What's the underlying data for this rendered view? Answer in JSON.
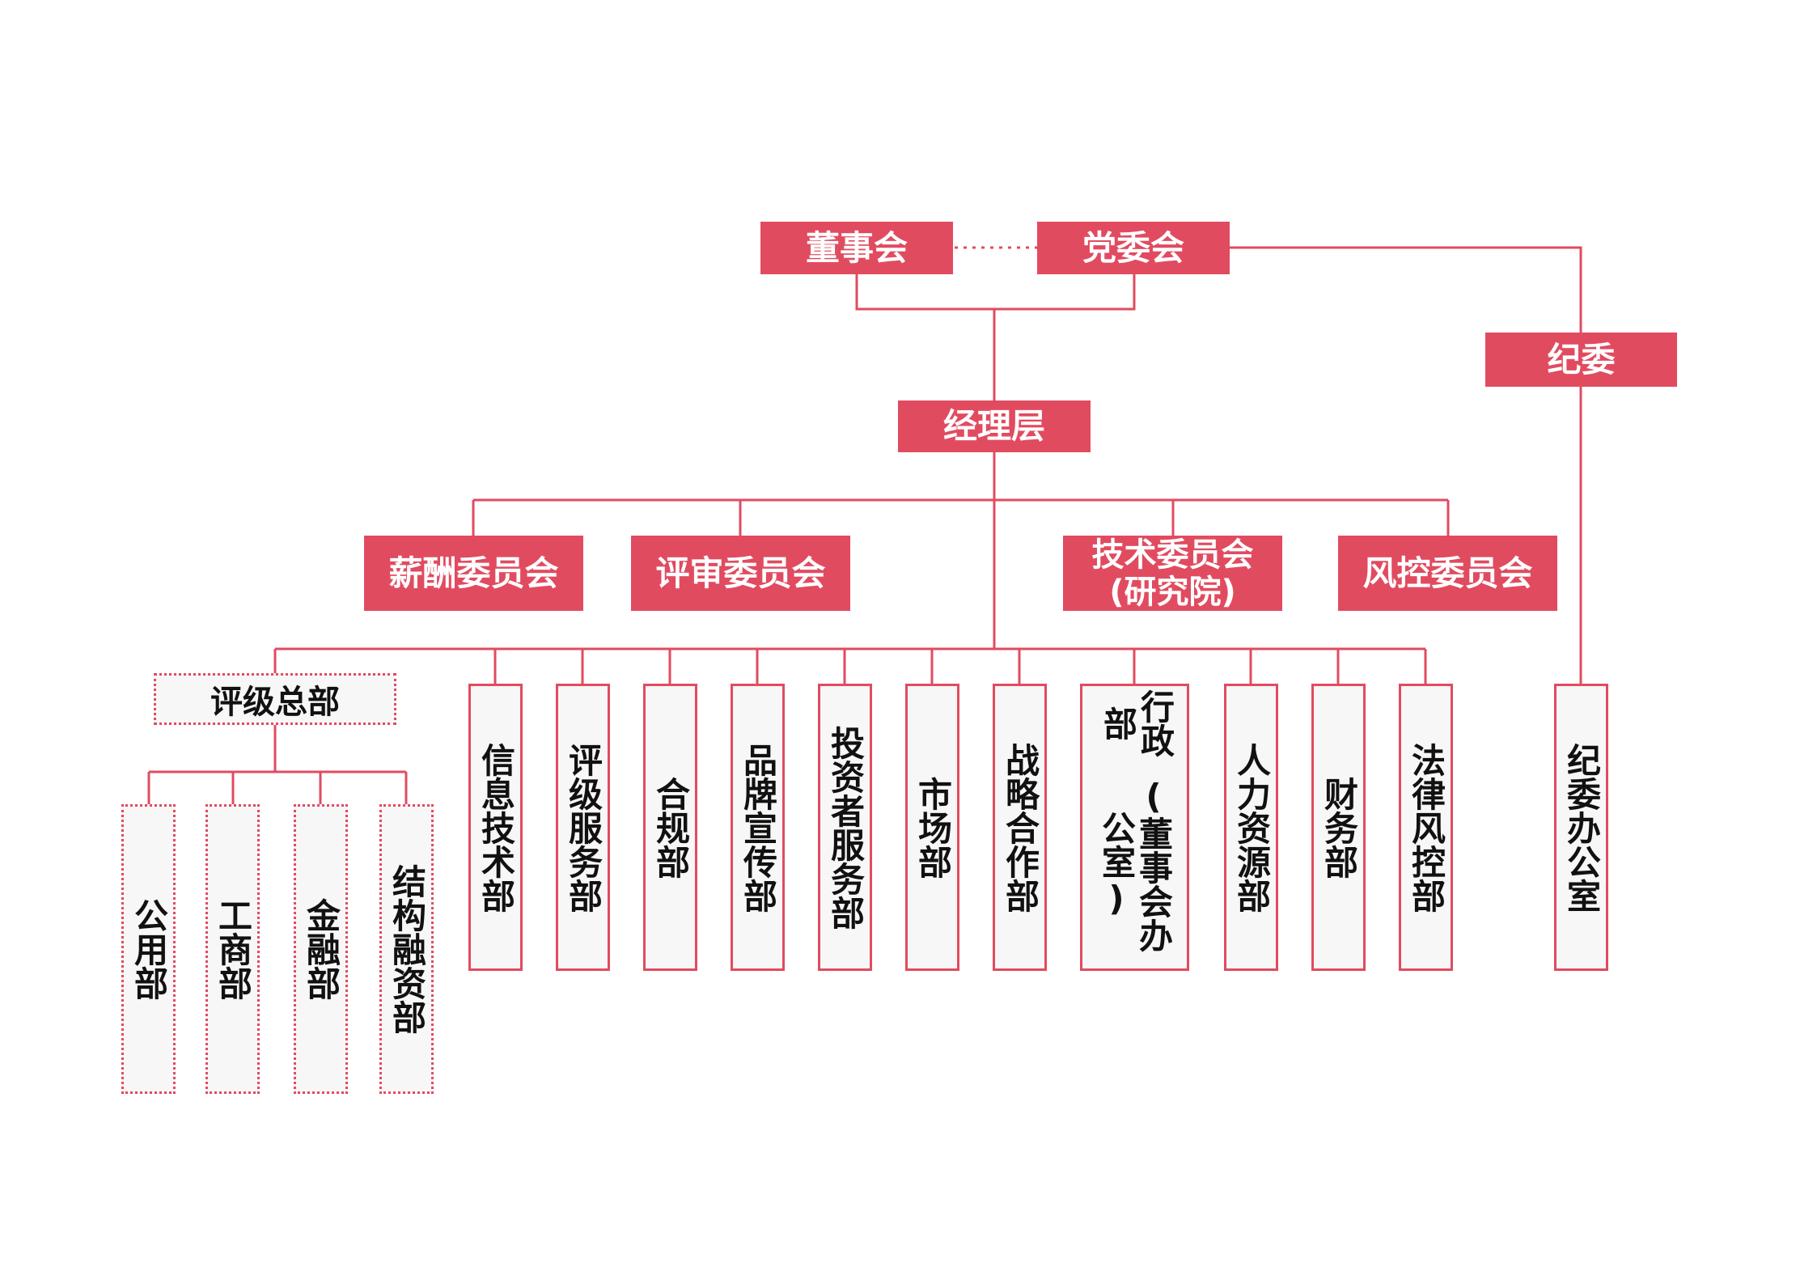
{
  "colors": {
    "accent": "#e14b60",
    "box_fill": "#f7f7f7",
    "text_dark": "#111111",
    "text_light": "#ffffff"
  },
  "top": {
    "board": "董事会",
    "party": "党委会",
    "discipline": "纪委"
  },
  "management": "经理层",
  "committees": {
    "salary": "薪酬委员会",
    "review": "评审委员会",
    "tech_line1": "技术委员会",
    "tech_line2": "(研究院)",
    "risk": "风控委员会"
  },
  "rating_hq": {
    "label": "评级总部",
    "subs": [
      "公用部",
      "工商部",
      "金融部",
      "结构融资部"
    ]
  },
  "departments": {
    "it": "信息技术部",
    "rating_service": "评级服务部",
    "compliance": "合规部",
    "brand": "品牌宣传部",
    "investor": "投资者服务部",
    "market": "市场部",
    "strategy": "战略合作部",
    "admin_col1": "行政部",
    "admin_col2": "(董事会办公室)",
    "hr": "人力资源部",
    "finance": "财务部",
    "legal": "法律风控部"
  },
  "discipline_office": "纪委办公室"
}
